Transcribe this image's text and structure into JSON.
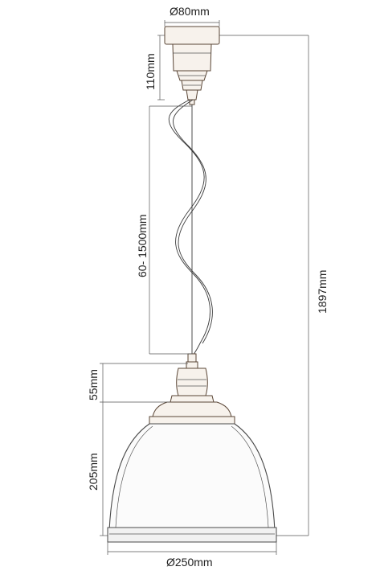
{
  "dimensions": {
    "canopy_diameter": "Ø80mm",
    "canopy_height": "110mm",
    "cord_length": "60- 1500mm",
    "total_height": "1897mm",
    "holder_height": "55mm",
    "shade_height": "205mm",
    "shade_diameter": "Ø250mm"
  }
}
